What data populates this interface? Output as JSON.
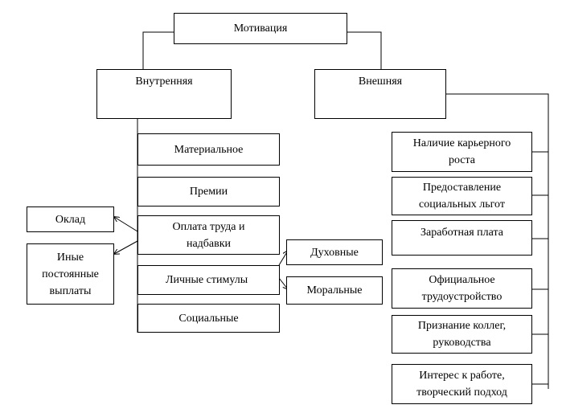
{
  "root": {
    "label": "Мотивация"
  },
  "internal": {
    "label": "Внутренняя",
    "items": [
      "Материальное",
      "Премии",
      "Оплата труда и\nнадбавки",
      "Личные стимулы",
      "Социальные"
    ],
    "pay_children": [
      "Оклад",
      "Иные\nпостоянные\nвыплаты"
    ],
    "stimuli_children": [
      "Духовные",
      "Моральные"
    ]
  },
  "external": {
    "label": "Внешняя",
    "items": [
      "Наличие карьерного\nроста",
      "Предоставление\nсоциальных льгот",
      "Заработная плата",
      "Официальное\nтрудоустройство",
      "Признание коллег,\nруководства",
      "Интерес к работе,\nтворческий подход"
    ]
  }
}
